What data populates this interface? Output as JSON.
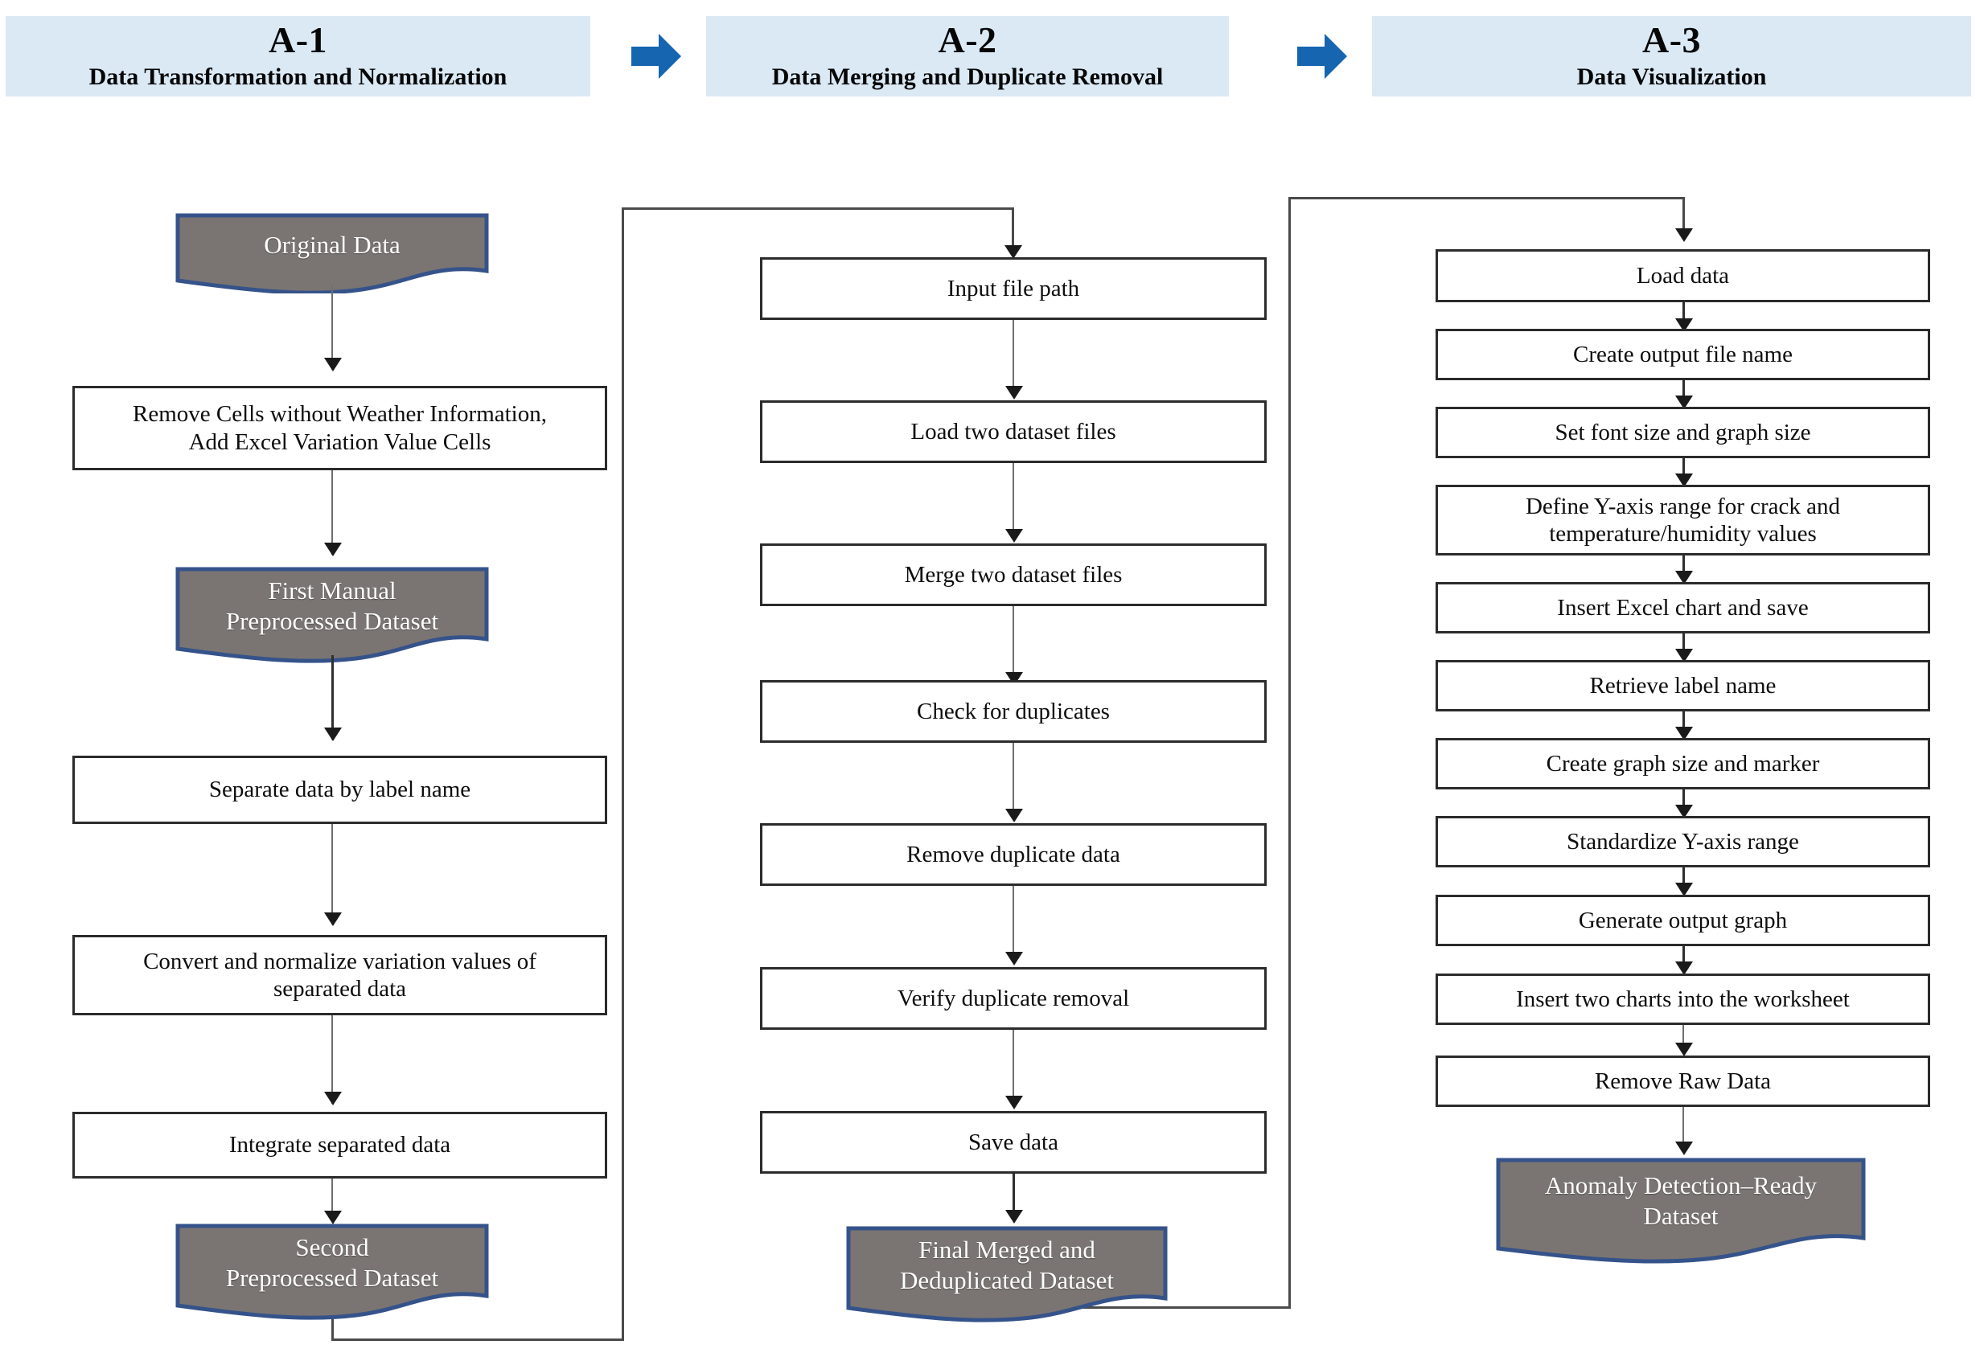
{
  "figure": {
    "title": "Data preprocessing pipeline flowchart",
    "accent_blue": "#1565b0",
    "header_band_fill": "#dbe9f5",
    "terminator_fill": "#7a7572",
    "terminator_border": "#35538a",
    "process_border": "#2b2b2b"
  },
  "stages": [
    {
      "code": "A-1",
      "subtitle": "Data Transformation and Normalization",
      "nodes": [
        {
          "type": "document",
          "label_lines": [
            "Original Data"
          ]
        },
        {
          "type": "process",
          "label_lines": [
            "Remove Cells without Weather Information,",
            "Add Excel Variation Value Cells"
          ]
        },
        {
          "type": "document",
          "label_lines": [
            "First Manual",
            "Preprocessed Dataset"
          ]
        },
        {
          "type": "process",
          "label_lines": [
            "Separate data by label name"
          ]
        },
        {
          "type": "process",
          "label_lines": [
            "Convert and normalize variation values of",
            "separated data"
          ]
        },
        {
          "type": "process",
          "label_lines": [
            "Integrate separated data"
          ]
        },
        {
          "type": "document",
          "label_lines": [
            "Second",
            "Preprocessed Dataset"
          ]
        }
      ]
    },
    {
      "code": "A-2",
      "subtitle": "Data Merging and Duplicate Removal",
      "nodes": [
        {
          "type": "process",
          "label_lines": [
            "Input file path"
          ]
        },
        {
          "type": "process",
          "label_lines": [
            "Load two dataset files"
          ]
        },
        {
          "type": "process",
          "label_lines": [
            "Merge two dataset files"
          ]
        },
        {
          "type": "process",
          "label_lines": [
            "Check for duplicates"
          ]
        },
        {
          "type": "process",
          "label_lines": [
            "Remove duplicate data"
          ]
        },
        {
          "type": "process",
          "label_lines": [
            "Verify duplicate removal"
          ]
        },
        {
          "type": "process",
          "label_lines": [
            "Save data"
          ]
        },
        {
          "type": "document",
          "label_lines": [
            "Final Merged and",
            "Deduplicated Dataset"
          ]
        }
      ]
    },
    {
      "code": "A-3",
      "subtitle": "Data Visualization",
      "nodes": [
        {
          "type": "process",
          "label_lines": [
            "Load data"
          ]
        },
        {
          "type": "process",
          "label_lines": [
            "Create output file name"
          ]
        },
        {
          "type": "process",
          "label_lines": [
            "Set font size and graph size"
          ]
        },
        {
          "type": "process",
          "label_lines": [
            "Define Y-axis range for crack and",
            "temperature/humidity values"
          ]
        },
        {
          "type": "process",
          "label_lines": [
            "Insert Excel chart and save"
          ]
        },
        {
          "type": "process",
          "label_lines": [
            "Retrieve label name"
          ]
        },
        {
          "type": "process",
          "label_lines": [
            "Create graph size and marker"
          ]
        },
        {
          "type": "process",
          "label_lines": [
            "Standardize Y-axis range"
          ]
        },
        {
          "type": "process",
          "label_lines": [
            "Generate output graph"
          ]
        },
        {
          "type": "process",
          "label_lines": [
            "Insert two charts into the worksheet"
          ]
        },
        {
          "type": "process",
          "label_lines": [
            "Remove Raw Data"
          ]
        },
        {
          "type": "document",
          "label_lines": [
            "Anomaly Detection–Ready",
            "Dataset"
          ]
        }
      ]
    }
  ],
  "stage_connectors": [
    {
      "from": "A-1",
      "to": "A-2",
      "name": "stage-connector-a1-a2"
    },
    {
      "from": "A-2",
      "to": "A-3",
      "name": "stage-connector-a2-a3"
    }
  ]
}
